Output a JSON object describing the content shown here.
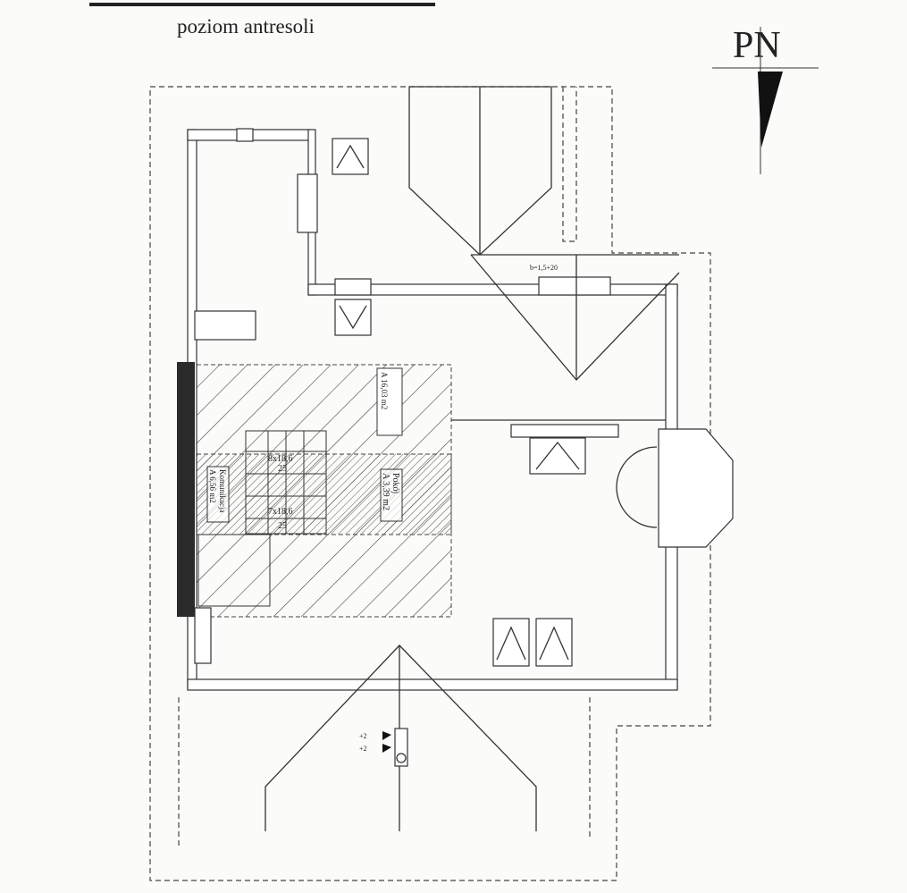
{
  "title": "poziom antresoli",
  "north_label": "PN",
  "labels": {
    "mezzanine_area": "A 16,03 m2",
    "room_name": "Pokój",
    "room_area": "A 3,39 m2",
    "circulation_name": "Komunikacja",
    "circulation_area": "A 6,56 m2",
    "stairs_upper": "8x18,6",
    "stairs_upper_tread": "25",
    "stairs_lower": "7x18,6",
    "stairs_lower_tread": "25",
    "lintel_note": "b=1,5+20",
    "level_mark_1": "+2",
    "level_mark_2": "+2"
  }
}
